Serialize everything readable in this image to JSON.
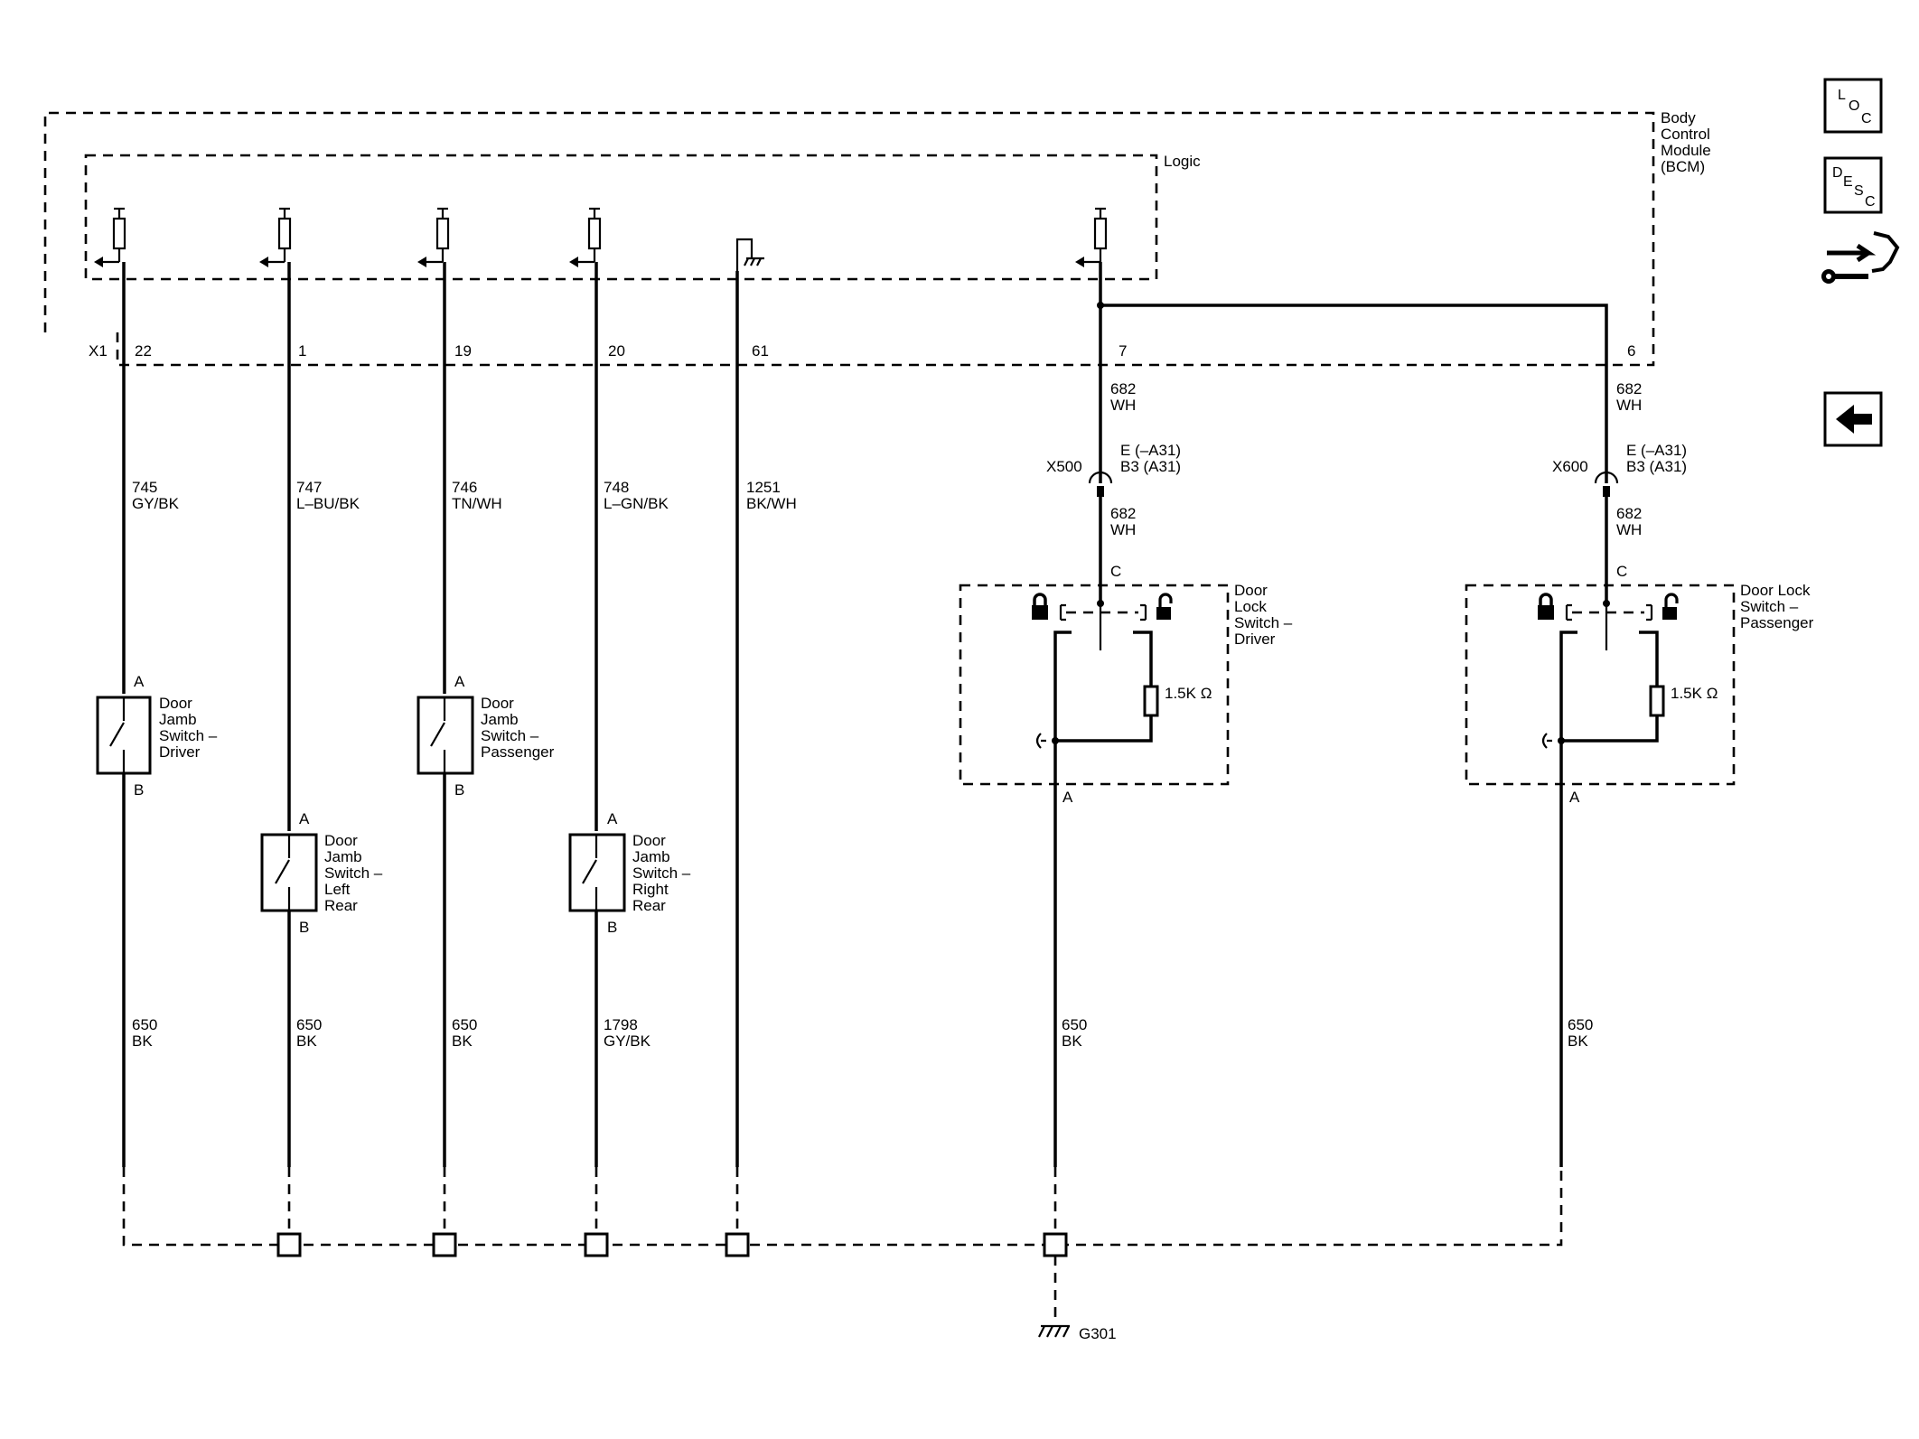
{
  "modules": {
    "bcm_label": [
      "Body",
      "Control",
      "Module",
      "(BCM)"
    ],
    "logic_label": "Logic",
    "connector": "X1"
  },
  "bcm_pins": [
    "22",
    "1",
    "19",
    "20",
    "61",
    "7",
    "6"
  ],
  "wires": [
    {
      "circuit": "745",
      "color": "GY/BK"
    },
    {
      "circuit": "747",
      "color": "L–BU/BK"
    },
    {
      "circuit": "746",
      "color": "TN/WH"
    },
    {
      "circuit": "748",
      "color": "L–GN/BK"
    },
    {
      "circuit": "1251",
      "color": "BK/WH"
    }
  ],
  "ground_wires": [
    {
      "circuit": "650",
      "color": "BK"
    },
    {
      "circuit": "650",
      "color": "BK"
    },
    {
      "circuit": "650",
      "color": "BK"
    },
    {
      "circuit": "1798",
      "color": "GY/BK"
    },
    {
      "circuit": "650",
      "color": "BK"
    },
    {
      "circuit": "650",
      "color": "BK"
    }
  ],
  "lock_wires": {
    "upper_left": {
      "circuit": "682",
      "color": "WH"
    },
    "upper_right": {
      "circuit": "682",
      "color": "WH"
    },
    "lower_left": {
      "circuit": "682",
      "color": "WH"
    },
    "lower_right": {
      "circuit": "682",
      "color": "WH"
    }
  },
  "inline_connectors": [
    {
      "name": "X500",
      "pin_e": "E (–A31)",
      "pin_b": "B3 (A31)"
    },
    {
      "name": "X600",
      "pin_e": "E (–A31)",
      "pin_b": "B3 (A31)"
    }
  ],
  "jamb_switches": [
    {
      "pin_a": "A",
      "pin_b": "B",
      "label": [
        "Door",
        "Jamb",
        "Switch –",
        "Driver"
      ]
    },
    {
      "pin_a": "A",
      "pin_b": "B",
      "label": [
        "Door",
        "Jamb",
        "Switch –",
        "Left",
        "Rear"
      ]
    },
    {
      "pin_a": "A",
      "pin_b": "B",
      "label": [
        "Door",
        "Jamb",
        "Switch –",
        "Passenger"
      ]
    },
    {
      "pin_a": "A",
      "pin_b": "B",
      "label": [
        "Door",
        "Jamb",
        "Switch –",
        "Right",
        "Rear"
      ]
    }
  ],
  "lock_switches": [
    {
      "pin_c": "C",
      "pin_a": "A",
      "resistor": "1.5K Ω",
      "label": [
        "Door",
        "Lock",
        "Switch –",
        "Driver"
      ]
    },
    {
      "pin_c": "C",
      "pin_a": "A",
      "resistor": "1.5K Ω",
      "label": [
        "Door Lock",
        "Switch –",
        "Passenger"
      ]
    }
  ],
  "ground": {
    "name": "G301"
  },
  "side_icons": {
    "loc": [
      "L",
      "O",
      "C"
    ],
    "desc": [
      "D",
      "E",
      "S",
      "C"
    ]
  }
}
